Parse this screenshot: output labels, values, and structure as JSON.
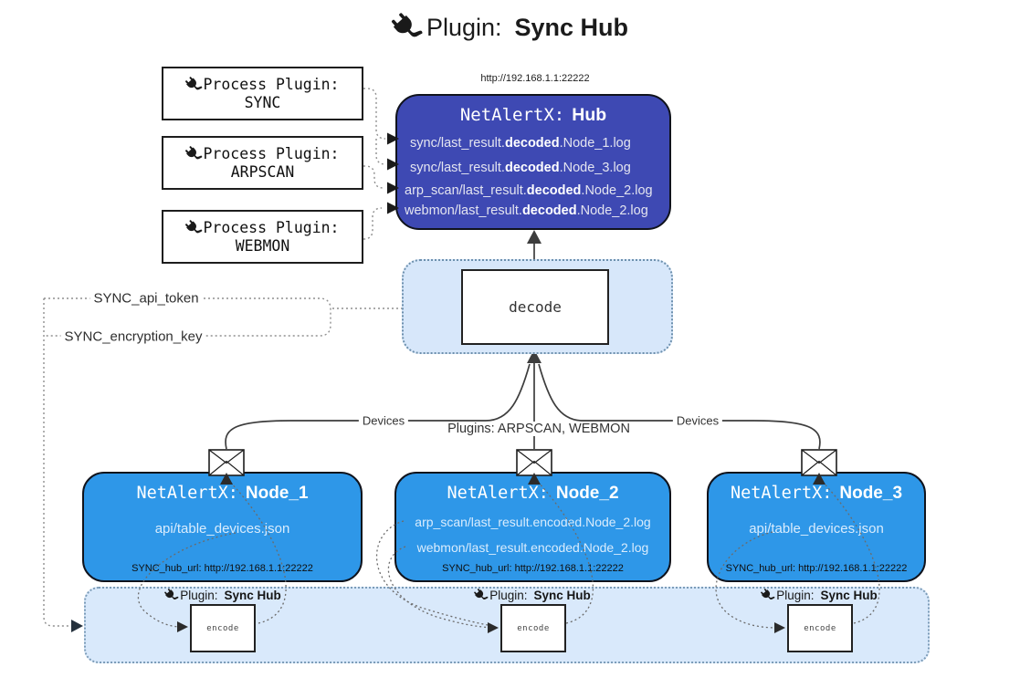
{
  "title": {
    "icon": "plug-icon",
    "prefix": "Plugin:",
    "name": "Sync Hub"
  },
  "process_plugins": [
    {
      "label": "Process Plugin:",
      "name": "SYNC"
    },
    {
      "label": "Process Plugin:",
      "name": "ARPSCAN"
    },
    {
      "label": "Process Plugin:",
      "name": "WEBMON"
    }
  ],
  "hub": {
    "url": "http://192.168.1.1:22222",
    "title_mono": "NetAlertX:",
    "title_name": "Hub",
    "files": [
      {
        "pre": "sync/last_result.",
        "bold": "decoded",
        "post": ".Node_1.log"
      },
      {
        "pre": "sync/last_result.",
        "bold": "decoded",
        "post": ".Node_3.log"
      },
      {
        "pre": "arp_scan/last_result.",
        "bold": "decoded",
        "post": ".Node_2.log"
      },
      {
        "pre": "webmon/last_result.",
        "bold": "decoded",
        "post": ".Node_2.log"
      }
    ]
  },
  "config": {
    "api_token": "SYNC_api_token",
    "encryption_key": "SYNC_encryption_key"
  },
  "decode_label": "decode",
  "edges": {
    "devices_left": "Devices",
    "plugins_middle": "Plugins: ARPSCAN, WEBMON",
    "devices_right": "Devices"
  },
  "nodes": [
    {
      "title_mono": "NetAlertX:",
      "title_name": "Node_1",
      "files": [
        "api/table_devices.json"
      ],
      "footer": "SYNC_hub_url: http://192.168.1.1:22222"
    },
    {
      "title_mono": "NetAlertX:",
      "title_name": "Node_2",
      "files": [
        "arp_scan/last_result.encoded.Node_2.log",
        "webmon/last_result.encoded.Node_2.log"
      ],
      "footer": "SYNC_hub_url: http://192.168.1.1:22222"
    },
    {
      "title_mono": "NetAlertX:",
      "title_name": "Node_3",
      "files": [
        "api/table_devices.json"
      ],
      "footer": "SYNC_hub_url: http://192.168.1.1:22222"
    }
  ],
  "encoders": [
    {
      "label_prefix": "Plugin:",
      "label_name": "Sync Hub",
      "box_label": "encode"
    },
    {
      "label_prefix": "Plugin:",
      "label_name": "Sync Hub",
      "box_label": "encode"
    },
    {
      "label_prefix": "Plugin:",
      "label_name": "Sync Hub",
      "box_label": "encode"
    }
  ],
  "colors": {
    "hub_fill": "#3e49b3",
    "node_fill": "#2e97e8",
    "panel_fill": "#d7e7fa",
    "bar_fill": "#d9e9fb",
    "panel_border": "#6d90ad",
    "line": "#3d3d3d",
    "dotted": "#8f8f8f"
  }
}
